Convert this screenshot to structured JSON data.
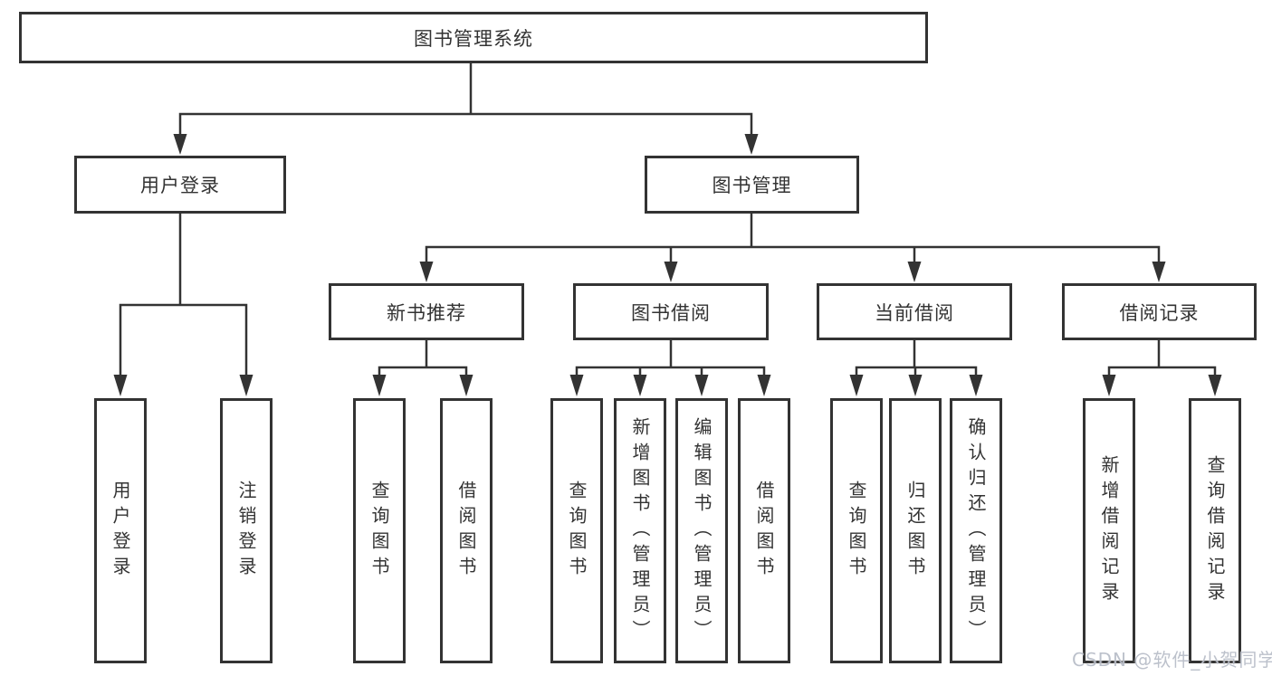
{
  "nodes": {
    "root": "图书管理系统",
    "user_login": "用户登录",
    "book_management": "图书管理",
    "new_book_recommend": "新书推荐",
    "book_borrowing": "图书借阅",
    "current_borrowing": "当前借阅",
    "borrowing_records": "借阅记录",
    "leaf_user_login": "用户登录",
    "leaf_logout": "注销登录",
    "leaf_nb_query": "查询图书",
    "leaf_nb_borrow": "借阅图书",
    "leaf_bb_query": "查询图书",
    "leaf_bb_add": "新增图书（管理员）",
    "leaf_bb_edit": "编辑图书（管理员）",
    "leaf_bb_borrow": "借阅图书",
    "leaf_cb_query": "查询图书",
    "leaf_cb_return": "归还图书",
    "leaf_cb_confirm": "确认归还（管理员）",
    "leaf_br_add": "新增借阅记录",
    "leaf_br_query": "查询借阅记录"
  },
  "watermark": "CSDN @软件_小贺同学",
  "colors": {
    "line": "#333333",
    "border": "#333333",
    "text": "#333333",
    "watermark": "#b9bec9",
    "background": "#ffffff"
  }
}
